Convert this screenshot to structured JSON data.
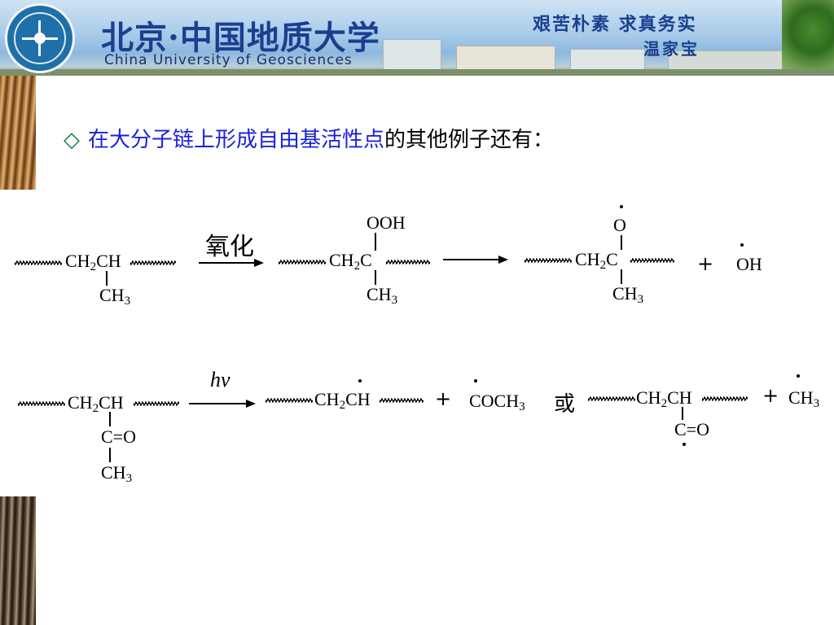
{
  "banner": {
    "university_cn": "北京·中国地质大学",
    "university_en": "China University of Geosciences",
    "motto_line1": "艰苦朴素 求真务实",
    "motto_line2": "温家宝"
  },
  "slide": {
    "bullet": "◇",
    "heading_highlight": "在大分子链上形成自由基活性点",
    "heading_rest": "的其他例子还有："
  },
  "reaction1": {
    "reactant": {
      "main_pre": "CH",
      "main_sub": "2",
      "main_post": "CH",
      "substituent": "CH",
      "substituent_sub": "3"
    },
    "arrow1_label": "氧化",
    "intermediate": {
      "top": "OOH",
      "main_pre": "CH",
      "main_sub": "2",
      "main_post": "C",
      "substituent": "CH",
      "substituent_sub": "3"
    },
    "product": {
      "top": "O",
      "main_pre": "CH",
      "main_sub": "2",
      "main_post": "C",
      "substituent": "CH",
      "substituent_sub": "3"
    },
    "plus": "+",
    "byproduct": "OH"
  },
  "reaction2": {
    "reactant": {
      "main_pre": "CH",
      "main_sub": "2",
      "main_post": "CH",
      "carbonyl": "C=O",
      "substituent": "CH",
      "substituent_sub": "3"
    },
    "arrow_label": "hν",
    "product1": {
      "main_pre": "CH",
      "main_sub": "2",
      "main_post": "CH"
    },
    "plus1": "+",
    "product2": {
      "text": "COCH",
      "sub": "3"
    },
    "or_word": "或",
    "product3": {
      "main_pre": "CH",
      "main_sub": "2",
      "main_post": "CH",
      "carbonyl": "C=O"
    },
    "plus2": "+",
    "product4": {
      "text": "CH",
      "sub": "3"
    }
  }
}
